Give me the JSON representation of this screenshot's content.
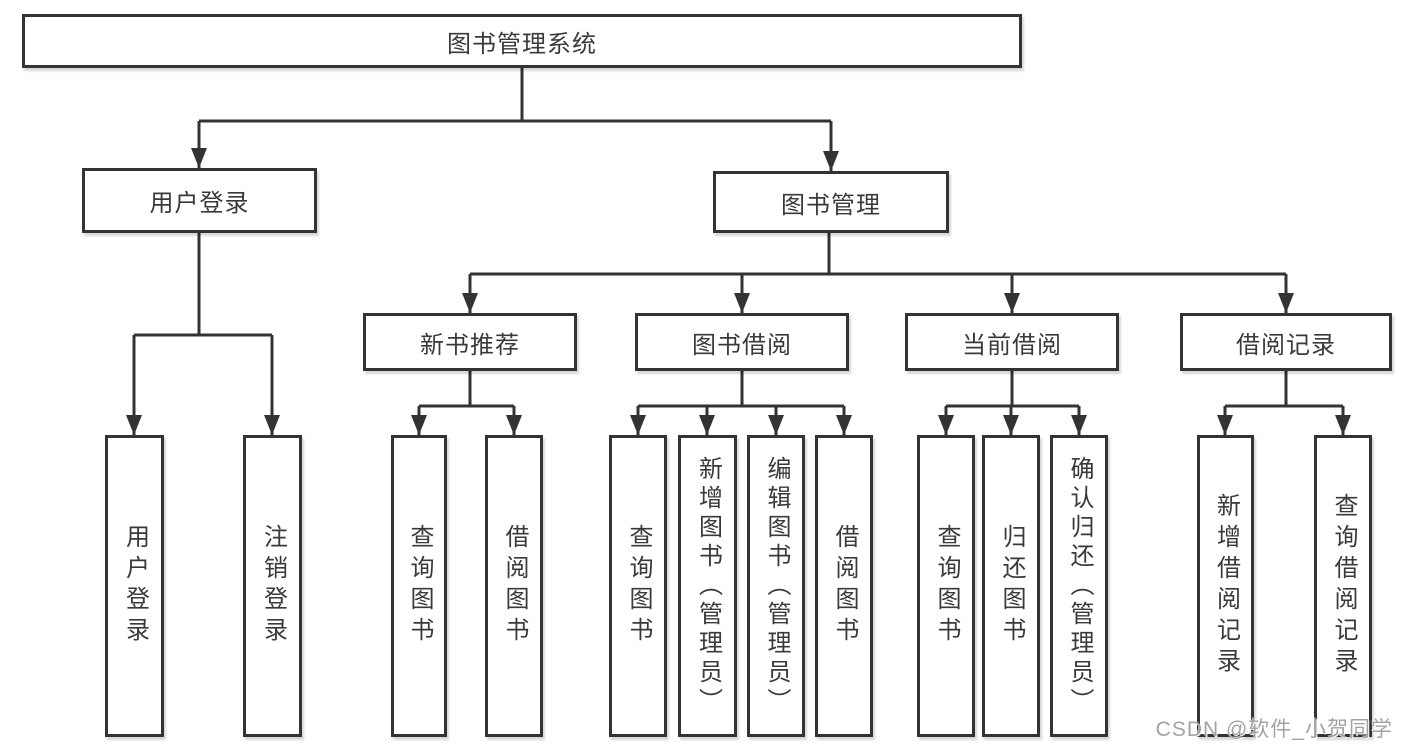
{
  "tree": {
    "label": "图书管理系统",
    "children": [
      {
        "label": "用户登录",
        "children": [
          {
            "label": "用户登录"
          },
          {
            "label": "注销登录"
          }
        ]
      },
      {
        "label": "图书管理",
        "children": [
          {
            "label": "新书推荐",
            "children": [
              {
                "label": "查询图书"
              },
              {
                "label": "借阅图书"
              }
            ]
          },
          {
            "label": "图书借阅",
            "children": [
              {
                "label": "查询图书"
              },
              {
                "label": "新增图书（管理员）"
              },
              {
                "label": "编辑图书（管理员）"
              },
              {
                "label": "借阅图书"
              }
            ]
          },
          {
            "label": "当前借阅",
            "children": [
              {
                "label": "查询图书"
              },
              {
                "label": "归还图书"
              },
              {
                "label": "确认归还（管理员）"
              }
            ]
          },
          {
            "label": "借阅记录",
            "children": [
              {
                "label": "新增借阅记录"
              },
              {
                "label": "查询借阅记录"
              }
            ]
          }
        ]
      }
    ]
  },
  "watermark": "CSDN @软件_小贺同学",
  "colors": {
    "line": "#333333",
    "box_border": "#333333",
    "box_fill": "#ffffff",
    "text": "#3a3a3a",
    "watermark": "#a3a3a3",
    "background": "#ffffff"
  }
}
